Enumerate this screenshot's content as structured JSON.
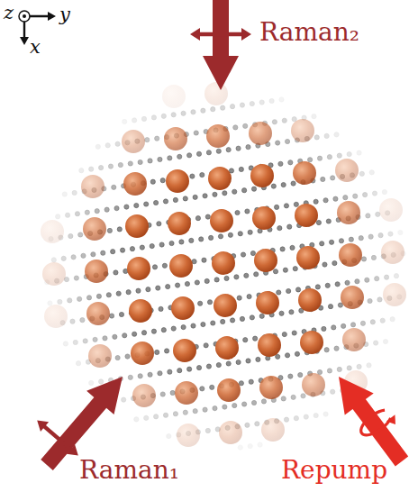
{
  "diagram": {
    "labels": [
      "z",
      "y",
      "x",
      "Raman₂",
      "Raman₁",
      "Repump"
    ]
  }
}
